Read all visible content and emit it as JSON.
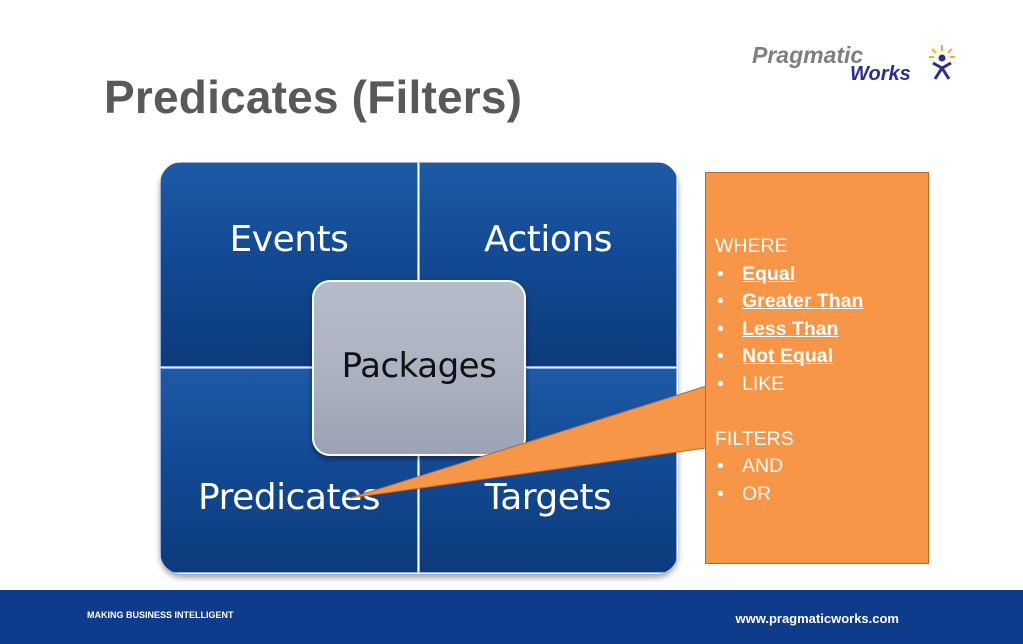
{
  "slide": {
    "title": "Predicates (Filters)"
  },
  "logo": {
    "line1": "Pragmatic",
    "line2": "Works",
    "colors": {
      "text": "#7f7f7f",
      "accent": "#2d2d8f",
      "figure": "#2d2d8f",
      "rays": "#f2b21b"
    }
  },
  "grid": {
    "events": "Events",
    "actions": "Actions",
    "predicates": "Predicates",
    "targets": "Targets",
    "center": "Packages",
    "colors": {
      "quadrant": "#124a94",
      "center": "#a9b0bf"
    }
  },
  "callout": {
    "where_heading": "WHERE",
    "where_items": [
      "Equal",
      "Greater Than",
      "Less Than",
      "Not Equal",
      "LIKE"
    ],
    "filters_heading": "FILTERS",
    "filter_items": [
      "AND",
      "OR"
    ],
    "color": "#f79646"
  },
  "footer": {
    "tagline": "MAKING BUSINESS INTELLIGENT",
    "url": "www.pragmaticworks.com",
    "color": "#0f3b8c"
  }
}
